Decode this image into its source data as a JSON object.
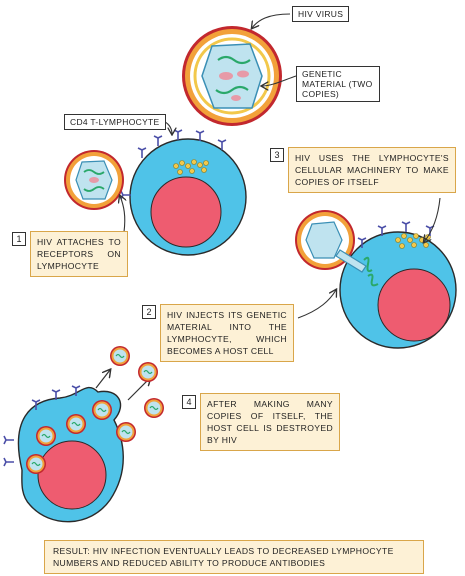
{
  "labels": {
    "hiv_virus": "HIV VIRUS",
    "genetic_material": "GENETIC MATERIAL (TWO COPIES)",
    "cd4": "CD4 T-LYMPHOCYTE"
  },
  "steps": [
    {
      "num": "1",
      "text": "HIV ATTACHES TO RECEPTORS ON LYMPHOCYTE"
    },
    {
      "num": "2",
      "text": "HIV INJECTS ITS GENETIC MATERIAL INTO THE LYMPHOCYTE, WHICH BECOMES A HOST CELL"
    },
    {
      "num": "3",
      "text": "HIV USES THE LYMPHOCYTE'S CELLULAR MACHINERY TO MAKE COPIES OF ITSELF"
    },
    {
      "num": "4",
      "text": "AFTER MAKING MANY COPIES OF ITSELF, THE HOST CELL IS DESTROYED BY HIV"
    }
  ],
  "result": "RESULT: HIV INFECTION EVENTUALLY LEADS TO DECREASED LYMPHOCYTE NUMBERS AND REDUCED ABILITY TO PRODUCE ANTIBODIES",
  "colors": {
    "cell": "#4fc3e8",
    "nucleus": "#ee5c70",
    "virus_envelope": "#f2a13a",
    "virus_spikes": "#c2282e",
    "capsid": "#bfe3ef",
    "step_fill": "#fdf1d6",
    "step_border": "#d9a64a",
    "receptor": "#4b4fa8",
    "rna": "#2aa86a"
  }
}
